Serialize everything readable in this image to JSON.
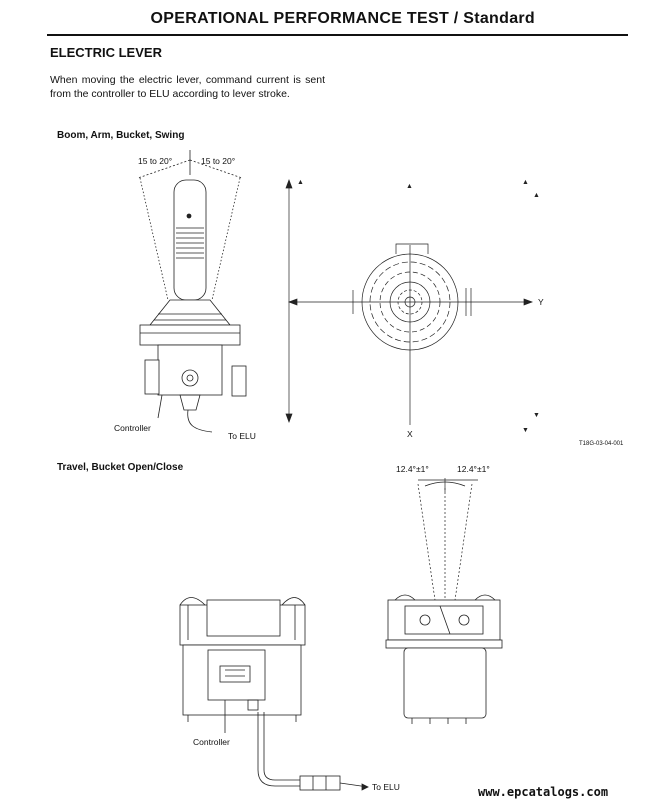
{
  "header": {
    "title": "OPERATIONAL PERFORMANCE TEST / Standard"
  },
  "section": {
    "title": "ELECTRIC LEVER"
  },
  "intro": {
    "text": "When moving the electric lever, command current is sent from the controller to ELU according to lever stroke."
  },
  "figure1": {
    "caption": "Boom, Arm, Bucket, Swing",
    "angle_left": "15 to 20°",
    "angle_right": "15 to 20°",
    "controller_label": "Controller",
    "elu_label": "To ELU",
    "axis_y_label": "Y",
    "axis_x_label": "X",
    "figure_code": "T18G-03-04-001"
  },
  "figure2": {
    "caption": "Travel, Bucket Open/Close",
    "angle_left": "12.4°±1°",
    "angle_right": "12.4°±1°",
    "controller_label": "Controller",
    "elu_label": "To ELU"
  },
  "watermark": {
    "text": "www.epcatalogs.com"
  },
  "colors": {
    "ink": "#111111",
    "background": "#ffffff"
  }
}
